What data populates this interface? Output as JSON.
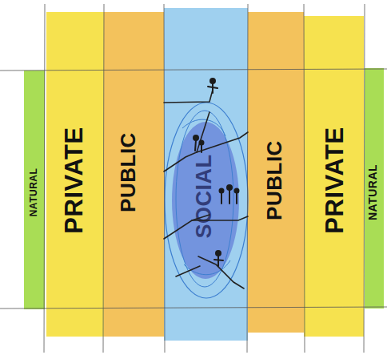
{
  "diagram": {
    "nodes": [
      {
        "text": [
          "NATURAL"
        ]
      },
      {
        "text": [
          "PRIVATE"
        ]
      },
      {
        "text": [
          "PUBLIC"
        ]
      },
      {
        "text": [
          "SOCIAL"
        ]
      },
      {
        "text": [
          "PUBLIC"
        ]
      },
      {
        "text": [
          "PRIVATE"
        ]
      },
      {
        "text": [
          "NATURAL"
        ]
      }
    ]
  }
}
